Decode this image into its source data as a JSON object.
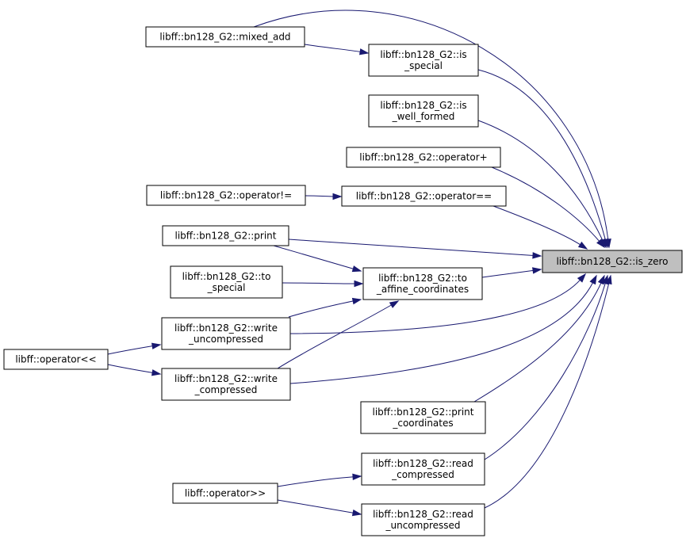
{
  "nodes": [
    {
      "id": "is_zero",
      "lines": [
        "libff::bn128_G2::is_zero"
      ],
      "target": true
    },
    {
      "id": "mixed_add",
      "lines": [
        "libff::bn128_G2::mixed_add"
      ]
    },
    {
      "id": "is_special",
      "lines": [
        "libff::bn128_G2::is",
        "_special"
      ]
    },
    {
      "id": "is_well_formed",
      "lines": [
        "libff::bn128_G2::is",
        "_well_formed"
      ]
    },
    {
      "id": "op_plus",
      "lines": [
        "libff::bn128_G2::operator+"
      ]
    },
    {
      "id": "op_neq",
      "lines": [
        "libff::bn128_G2::operator!="
      ]
    },
    {
      "id": "op_eq",
      "lines": [
        "libff::bn128_G2::operator=="
      ]
    },
    {
      "id": "print",
      "lines": [
        "libff::bn128_G2::print"
      ]
    },
    {
      "id": "to_special",
      "lines": [
        "libff::bn128_G2::to",
        "_special"
      ]
    },
    {
      "id": "to_affine",
      "lines": [
        "libff::bn128_G2::to",
        "_affine_coordinates"
      ]
    },
    {
      "id": "write_uncompressed",
      "lines": [
        "libff::bn128_G2::write",
        "_uncompressed"
      ]
    },
    {
      "id": "write_compressed",
      "lines": [
        "libff::bn128_G2::write",
        "_compressed"
      ]
    },
    {
      "id": "op_lshift",
      "lines": [
        "libff::operator<<"
      ]
    },
    {
      "id": "print_coordinates",
      "lines": [
        "libff::bn128_G2::print",
        "_coordinates"
      ]
    },
    {
      "id": "read_compressed",
      "lines": [
        "libff::bn128_G2::read",
        "_compressed"
      ]
    },
    {
      "id": "read_uncompressed",
      "lines": [
        "libff::bn128_G2::read",
        "_uncompressed"
      ]
    },
    {
      "id": "op_rshift",
      "lines": [
        "libff::operator>>"
      ]
    }
  ],
  "edges": [
    {
      "from": "mixed_add",
      "to": "is_zero"
    },
    {
      "from": "mixed_add",
      "to": "is_special"
    },
    {
      "from": "is_special",
      "to": "is_zero"
    },
    {
      "from": "is_well_formed",
      "to": "is_zero"
    },
    {
      "from": "op_plus",
      "to": "is_zero"
    },
    {
      "from": "op_neq",
      "to": "op_eq"
    },
    {
      "from": "op_eq",
      "to": "is_zero"
    },
    {
      "from": "print",
      "to": "is_zero"
    },
    {
      "from": "print",
      "to": "to_affine"
    },
    {
      "from": "to_special",
      "to": "to_affine"
    },
    {
      "from": "to_affine",
      "to": "is_zero"
    },
    {
      "from": "write_uncompressed",
      "to": "to_affine"
    },
    {
      "from": "write_uncompressed",
      "to": "is_zero"
    },
    {
      "from": "write_compressed",
      "to": "to_affine"
    },
    {
      "from": "write_compressed",
      "to": "is_zero"
    },
    {
      "from": "op_lshift",
      "to": "write_uncompressed"
    },
    {
      "from": "op_lshift",
      "to": "write_compressed"
    },
    {
      "from": "print_coordinates",
      "to": "is_zero"
    },
    {
      "from": "read_compressed",
      "to": "is_zero"
    },
    {
      "from": "read_uncompressed",
      "to": "is_zero"
    },
    {
      "from": "op_rshift",
      "to": "read_compressed"
    },
    {
      "from": "op_rshift",
      "to": "read_uncompressed"
    }
  ]
}
